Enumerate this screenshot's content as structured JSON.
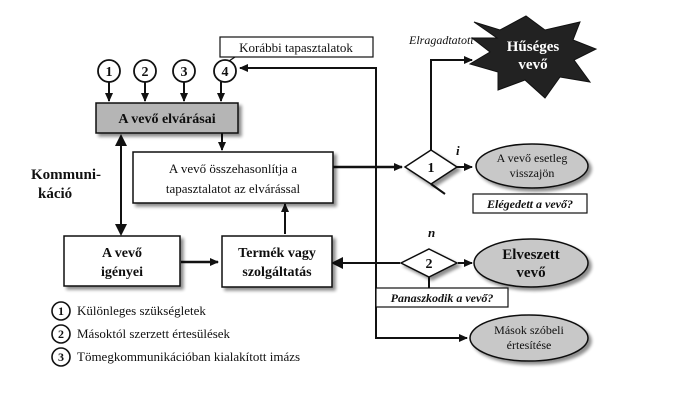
{
  "circles_top": [
    "1",
    "2",
    "3",
    "4"
  ],
  "korabbi": "Korábbi tapasztalatok",
  "elvarasai": "A vevő elvárásai",
  "kommunikacio": [
    "Kommuni-",
    "káció"
  ],
  "osszehasonlitja": [
    "A vevő összehasonlítja a",
    "tapasztalatot az elvárással"
  ],
  "igenyei": [
    "A vevő",
    "igényei"
  ],
  "termek": [
    "Termék vagy",
    "szolgáltatás"
  ],
  "decision1": "1",
  "decision2": "2",
  "elragadtatott": "Elragadtatott",
  "huseges": [
    "Hűséges",
    "vevő"
  ],
  "esetleg": [
    "A vevő esetleg",
    "visszajön"
  ],
  "i_label": "i",
  "n_label": "n",
  "elegedett": "Elégedett a vevő?",
  "elveszett": [
    "Elveszett",
    "vevő"
  ],
  "panaszkodik": "Panaszkodik a vevő?",
  "masok": [
    "Mások szóbeli",
    "értesítése"
  ],
  "legend": [
    {
      "num": "1",
      "text": "Különleges szükségletek"
    },
    {
      "num": "2",
      "text": "Másoktól szerzett értesülések"
    },
    {
      "num": "3",
      "text": "Tömegkommunikációban kialakított imázs"
    }
  ],
  "colors": {
    "grey_box": "#b5b5b5",
    "oval": "#c8c8c8",
    "star": "#222222",
    "line": "#111111"
  }
}
